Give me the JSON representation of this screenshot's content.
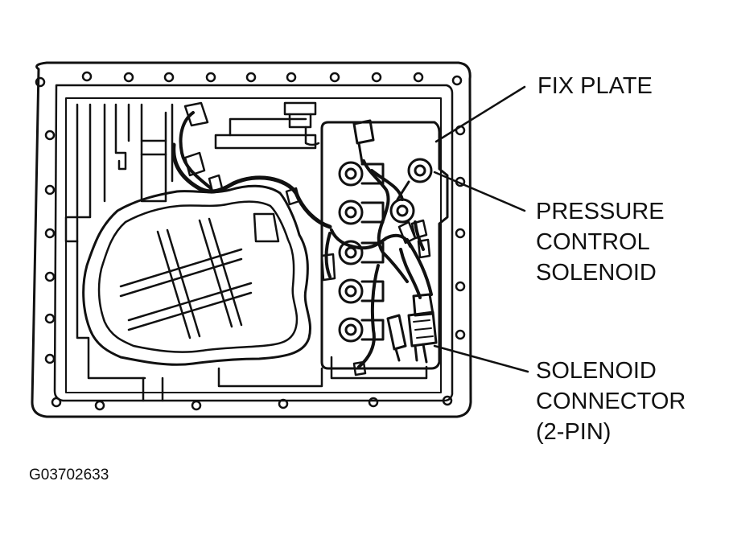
{
  "callouts": {
    "fix_plate": "FIX PLATE",
    "pressure_control_solenoid": [
      "PRESSURE",
      "CONTROL",
      "SOLENOID"
    ],
    "solenoid_connector": [
      "SOLENOID",
      "CONNECTOR",
      "(2-PIN)"
    ]
  },
  "figure_id": "G03702633",
  "colors": {
    "ink": "#111111",
    "paper": "#ffffff"
  }
}
